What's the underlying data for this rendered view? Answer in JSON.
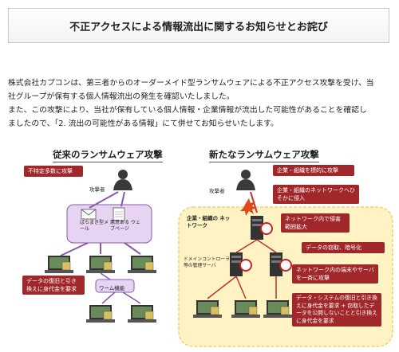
{
  "title": "不正アクセスによる情報流出に関するお知らせとお詫び",
  "body": {
    "lines": [
      "株式会社カプコンは、第三者からのオーダーメイド型ランサムウェアによる不正アクセス攻撃を受け、当",
      "社グループが保有する個人情報流出の発生を確認いたしました。",
      "また、この攻撃により、当社が保有している個人情報・企業情報が流出した可能性があることを確認し",
      "ましたので、「2. 流出の可能性がある情報」にて併せてお知らせいたします。"
    ]
  },
  "left_diagram": {
    "title": "従来のランサムウェア攻撃",
    "callout_top": "不特定多数に攻撃",
    "attacker": "攻撃者",
    "mail": "ばらまき型メール",
    "web": "悪意ある ウェブページ",
    "worm": "ワーム機能",
    "callout_bottom": "データの復旧と引き換えに身代金を要求"
  },
  "right_diagram": {
    "title": "新たなランサムウェア攻撃",
    "callout_1": "企業・組織を標的に攻撃",
    "callout_2": "企業・組織のネットワークへひそかに侵入",
    "attacker": "攻撃者",
    "network_label": "企業・組織の ネットワーク",
    "callout_3": "ネットワーク内で侵害範囲拡大",
    "callout_4": "データの窃取、暗号化",
    "domain_label": "ドメインコントローラ 等の管理サーバ",
    "callout_5": "ネットワーク内の端末やサーバを一斉に攻撃",
    "callout_6": "データ・システムの復旧と引き換えに身代金を要求 + 窃取したデータを公開しないことと引き換えに身代金を要求"
  },
  "colors": {
    "callout_red": "#a0272a",
    "network_bg": "#fff3c4",
    "purple_box": "#e6d4f2",
    "purple_border": "#8a5aa8",
    "arrow_purple": "#8a5aa8",
    "arrow_red": "#c03030"
  }
}
